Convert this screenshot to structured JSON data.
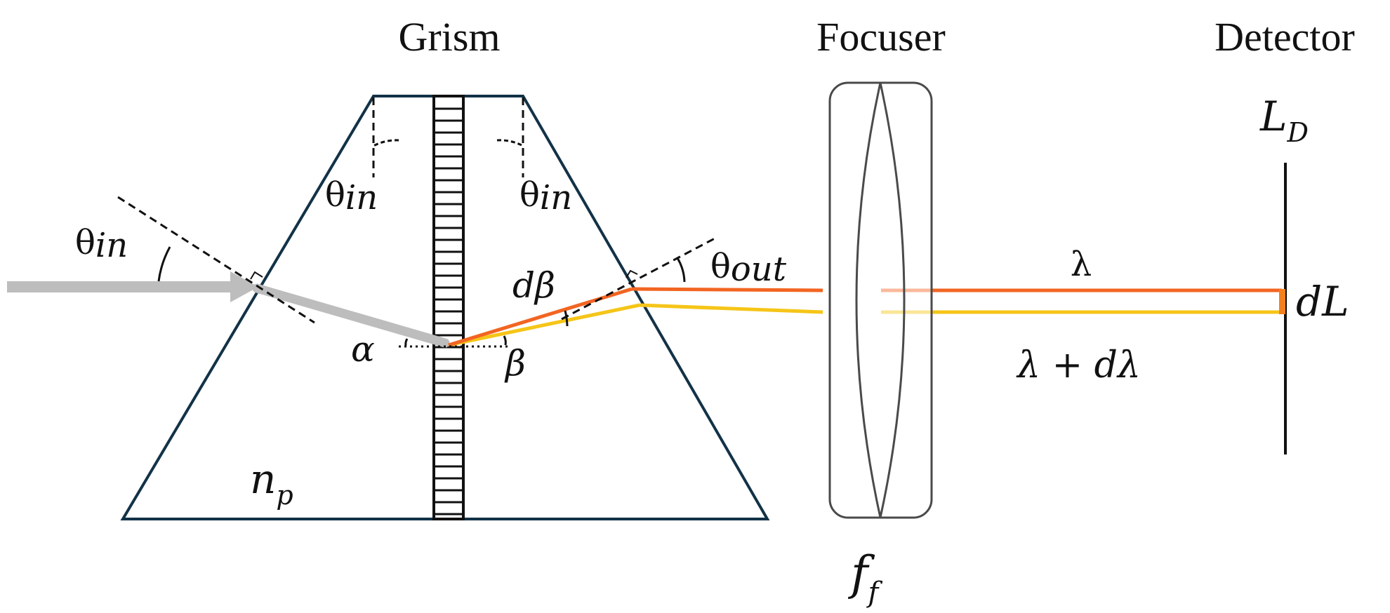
{
  "headings": {
    "grism": "Grism",
    "focuser": "Focuser",
    "detector": "Detector"
  },
  "labels": {
    "theta": "θ",
    "in": "in",
    "out": "out",
    "n": "n",
    "p": "p",
    "f": "f",
    "ff_sub": "f",
    "L": "L",
    "D": "D",
    "d_beta": "dβ",
    "alpha": "α",
    "beta": "β",
    "lambda": "λ",
    "lambda_plus_dlambda": "λ + dλ",
    "dL": "dL"
  },
  "colors": {
    "prism_outline": "#123247",
    "lens_outline": "#4a4a4a",
    "input_beam": "#bdbdbd",
    "ray_lambda": "#f26522",
    "ray_lambda_plus_dlambda": "#f5c518",
    "detector_spot": "#f4801f",
    "text": "#111111"
  }
}
